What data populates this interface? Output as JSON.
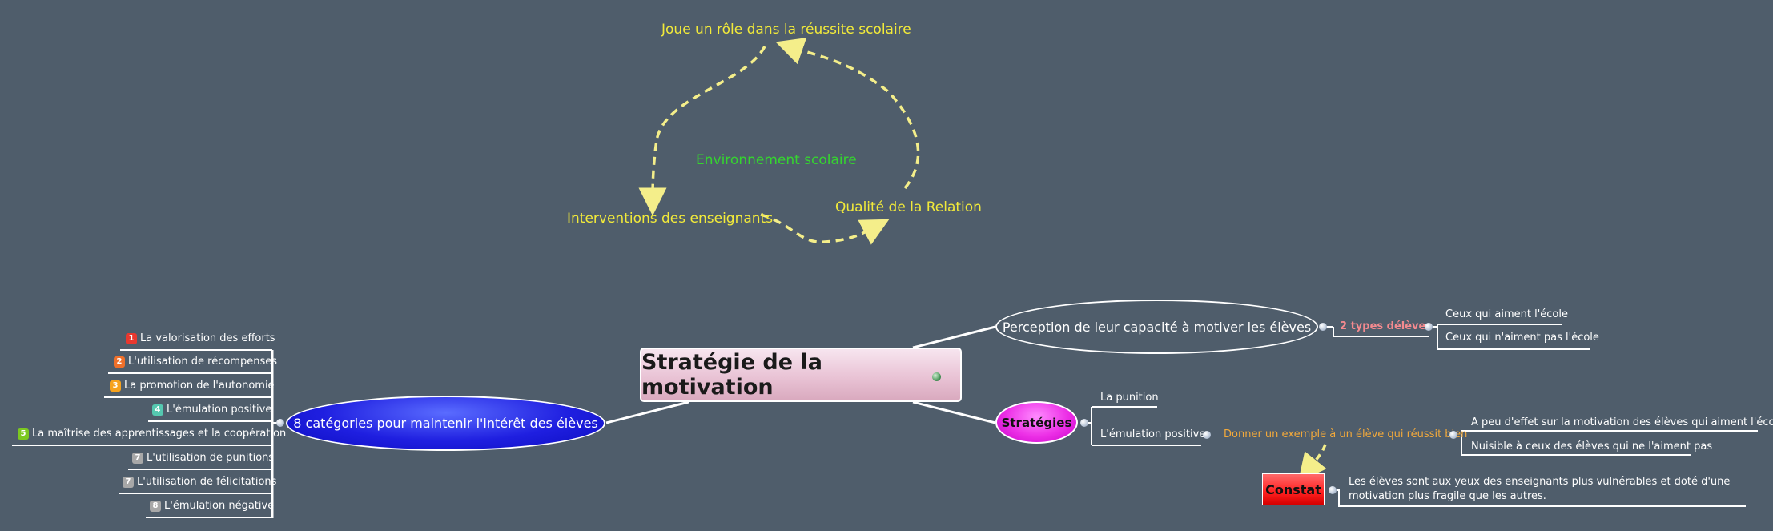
{
  "top_cycle": {
    "role": "Joue un rôle dans la réussite scolaire",
    "environment": "Environnement scolaire",
    "interventions": "Interventions des enseignants",
    "relation": "Qualité de la Relation"
  },
  "central": {
    "label": "Stratégie de la motivation",
    "icon": "globe-icon"
  },
  "left_branch": {
    "label": "8 catégories pour maintenir l'intérêt des élèves",
    "items": [
      {
        "num": "1",
        "label": "La valorisation des efforts"
      },
      {
        "num": "2",
        "label": "L'utilisation de récompenses"
      },
      {
        "num": "3",
        "label": "La promotion de l'autonomie"
      },
      {
        "num": "4",
        "label": "L'émulation positive"
      },
      {
        "num": "5",
        "label": "La maîtrise des apprentissages et la coopération"
      },
      {
        "num": "7",
        "label": "L'utilisation de punitions"
      },
      {
        "num": "7",
        "label": "L'utilisation de félicitations"
      },
      {
        "num": "8",
        "label": "L'émulation négative"
      }
    ]
  },
  "right_top": {
    "label": "Perception de leur capacité à motiver les élèves",
    "sub": "2 types délèves",
    "leaves": [
      "Ceux qui aiment l'école",
      "Ceux qui n'aiment pas l'école"
    ]
  },
  "strategies": {
    "label": "Stratégies",
    "punition": "La punition",
    "emulation": "L'émulation positive",
    "example": "Donner un exemple à un élève qui réussit bien",
    "effects": [
      "A peu d'effet sur la motivation des élèves qui aiment l'école",
      "Nuisible à ceux des élèves qui ne l'aiment pas"
    ]
  },
  "constat": {
    "label": "Constat",
    "text": "Les élèves sont aux yeux des enseignants plus vulnérables et doté d'une motivation plus fragile que les autres."
  },
  "colors": {
    "background": "#4f5d6b",
    "cycle_text": "#f2ea3a",
    "environment_text": "#35d52f",
    "arrow": "#f4ee8a",
    "example_text": "#f2a93b",
    "sub_text": "#f48a8f"
  }
}
